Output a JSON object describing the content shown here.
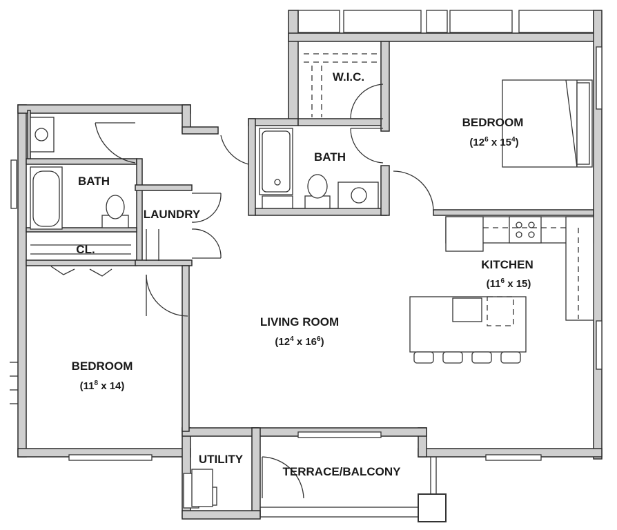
{
  "rooms": {
    "bath_left": "BATH",
    "laundry": "LAUNDRY",
    "closet": "CL.",
    "bedroom_left": "BEDROOM",
    "bedroom_left_dim_main": "(11",
    "bedroom_left_dim_sup": "8",
    "bedroom_left_dim_rest": " x 14)",
    "wic": "W.I.C.",
    "bath_center": "BATH",
    "bedroom_right": "BEDROOM",
    "bedroom_right_dim_a": "(12",
    "bedroom_right_dim_a_sup": "6",
    "bedroom_right_dim_b": " x 15",
    "bedroom_right_dim_b_sup": "4",
    "bedroom_right_dim_end": ")",
    "living_room": "LIVING ROOM",
    "living_dim_a": "(12",
    "living_dim_a_sup": "4",
    "living_dim_b": " x 16",
    "living_dim_b_sup": "6",
    "living_dim_end": ")",
    "kitchen": "KITCHEN",
    "kitchen_dim_a": "(11",
    "kitchen_dim_a_sup": "6",
    "kitchen_dim_b": " x 15)",
    "utility": "UTILITY",
    "terrace": "TERRACE/BALCONY"
  }
}
